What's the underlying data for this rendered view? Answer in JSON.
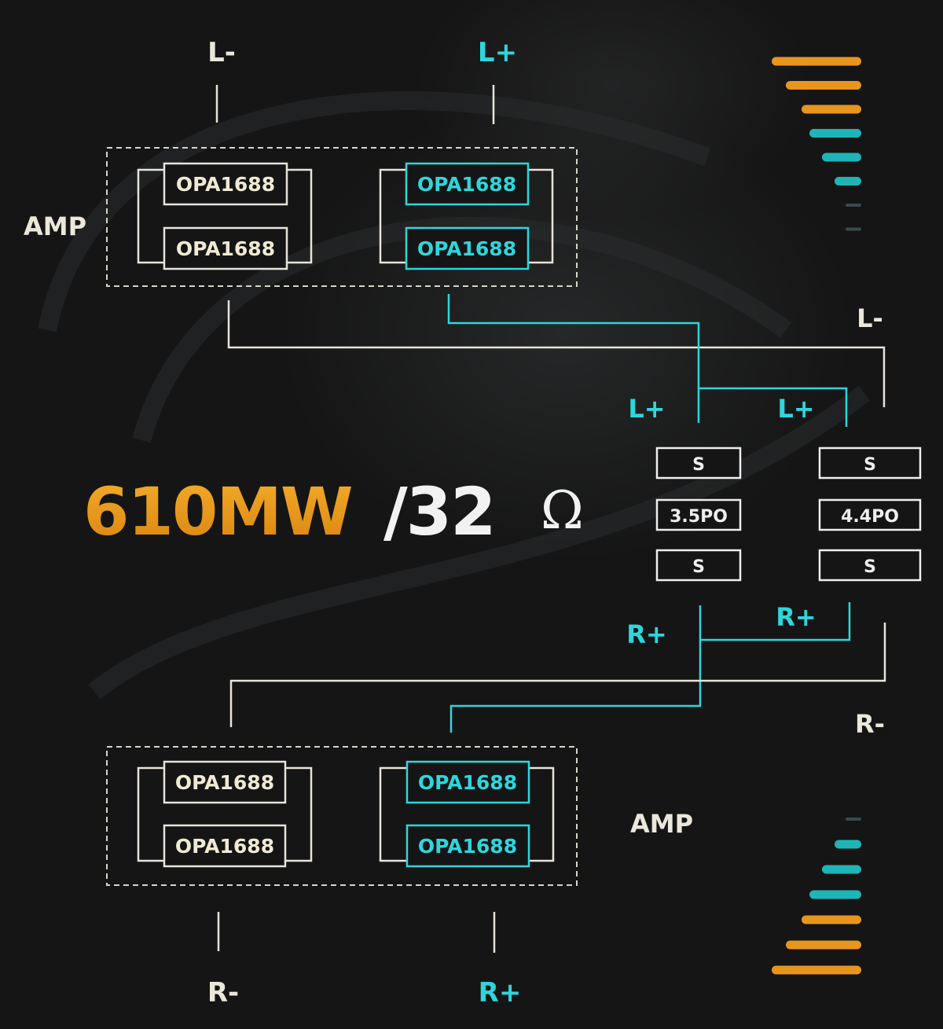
{
  "colors": {
    "white_line": "#e8e4da",
    "cyan": "#2ed6dc",
    "orange": "#e8951e",
    "chip_text_white": "#f1ead2"
  },
  "top_labels": {
    "left": "L-",
    "right": "L+"
  },
  "bottom_labels": {
    "left": "R-",
    "right": "R+"
  },
  "amp_top": {
    "label": "AMP",
    "white_chips": [
      "OPA1688",
      "OPA1688"
    ],
    "cyan_chips": [
      "OPA1688",
      "OPA1688"
    ]
  },
  "amp_bottom": {
    "label": "AMP",
    "white_chips": [
      "OPA1688",
      "OPA1688"
    ],
    "cyan_chips": [
      "OPA1688",
      "OPA1688"
    ]
  },
  "right_labels": {
    "l_minus": "L-",
    "l_plus_35": "L+",
    "l_plus_44": "L+",
    "r_plus_35": "R+",
    "r_plus_44": "R+",
    "r_minus": "R-"
  },
  "jack_35": {
    "top": "S",
    "name": "3.5PO",
    "bottom": "S"
  },
  "jack_44": {
    "top": "S",
    "name": "4.4PO",
    "bottom": "S"
  },
  "power": {
    "value": "610MW",
    "separator": "/32",
    "unit": "Ω"
  },
  "level_bars": {
    "top": [
      "orange",
      "orange",
      "orange",
      "cyan",
      "cyan",
      "cyan",
      "faint",
      "faint"
    ],
    "bottom": [
      "faint",
      "cyan",
      "cyan",
      "cyan",
      "orange",
      "orange",
      "orange"
    ]
  }
}
